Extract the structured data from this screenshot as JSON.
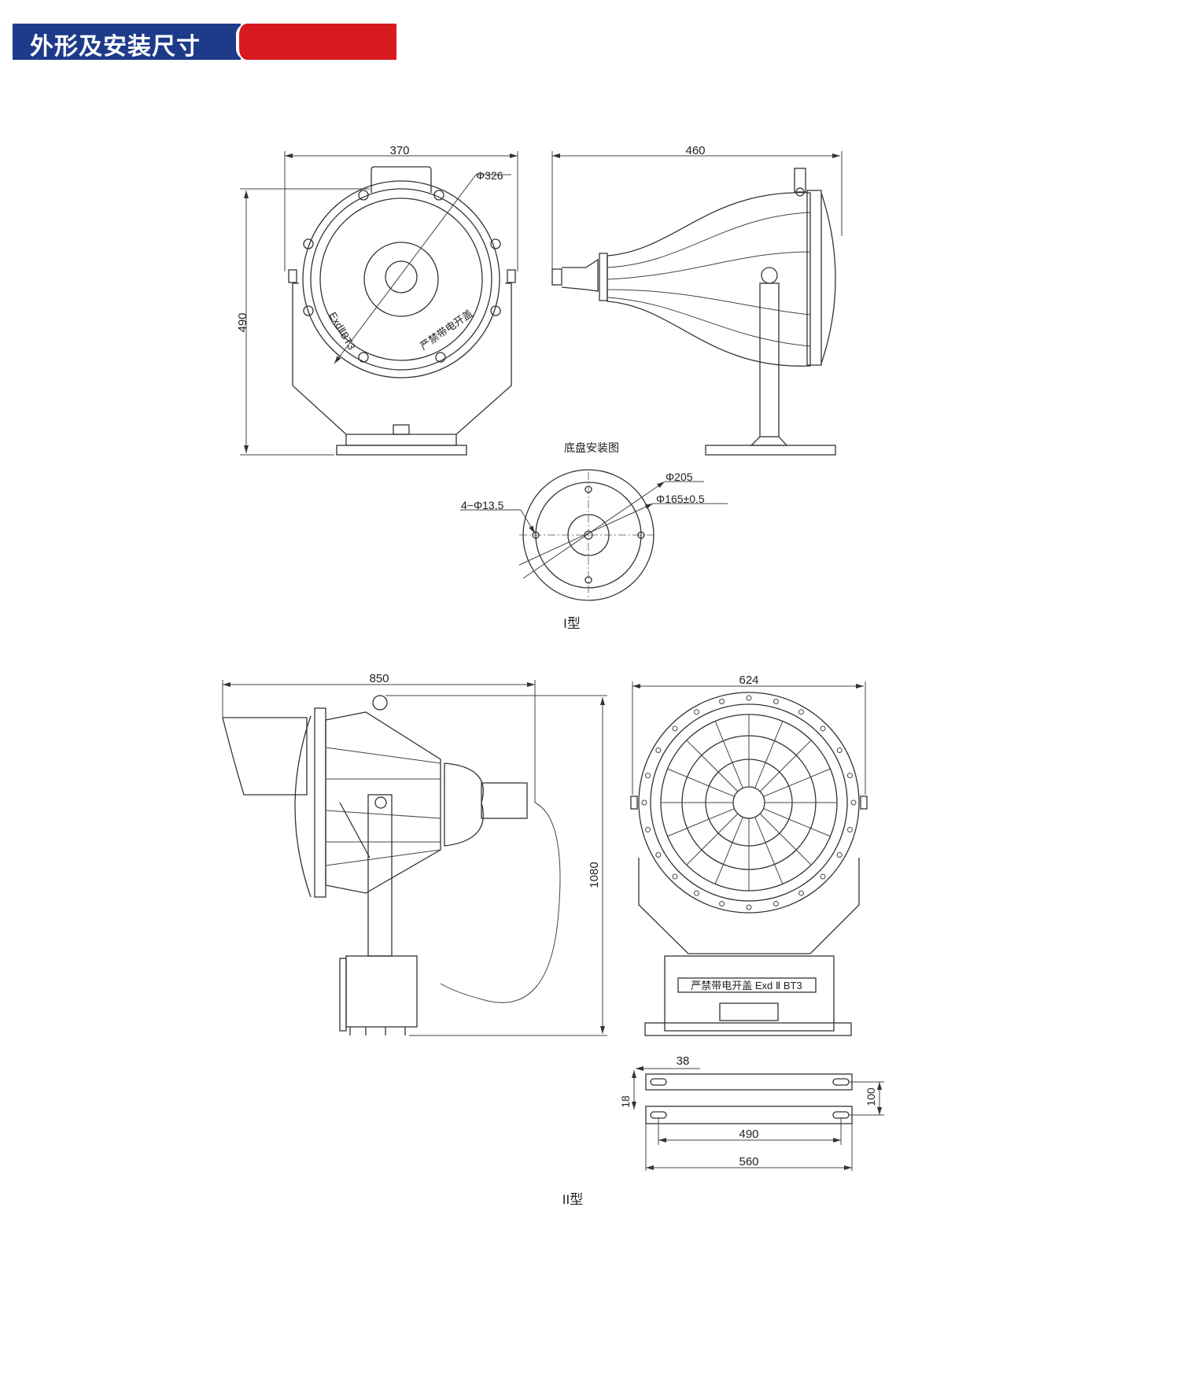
{
  "header": {
    "title": "外形及安装尺寸",
    "colors": {
      "blue": "#1e3a8a",
      "red": "#d71920"
    }
  },
  "type1": {
    "label": "I型",
    "front": {
      "width": "370",
      "height": "490",
      "diameter": "Φ326",
      "marking_ex": "ExdⅡBT3",
      "marking_warn": "严禁带电开盖"
    },
    "side": {
      "length": "460"
    },
    "base": {
      "title": "底盘安装图",
      "outer": "Φ205",
      "pcd": "Φ165±0.5",
      "holes": "4−Φ13.5"
    }
  },
  "type2": {
    "label": "II型",
    "side": {
      "length": "850",
      "height": "1080"
    },
    "front": {
      "width": "624",
      "nameplate": "严禁带电开盖  Exd Ⅱ BT3"
    },
    "base": {
      "slot_offset": "38",
      "slot_width": "18",
      "spacing": "100",
      "hole_span": "490",
      "length": "560"
    }
  }
}
